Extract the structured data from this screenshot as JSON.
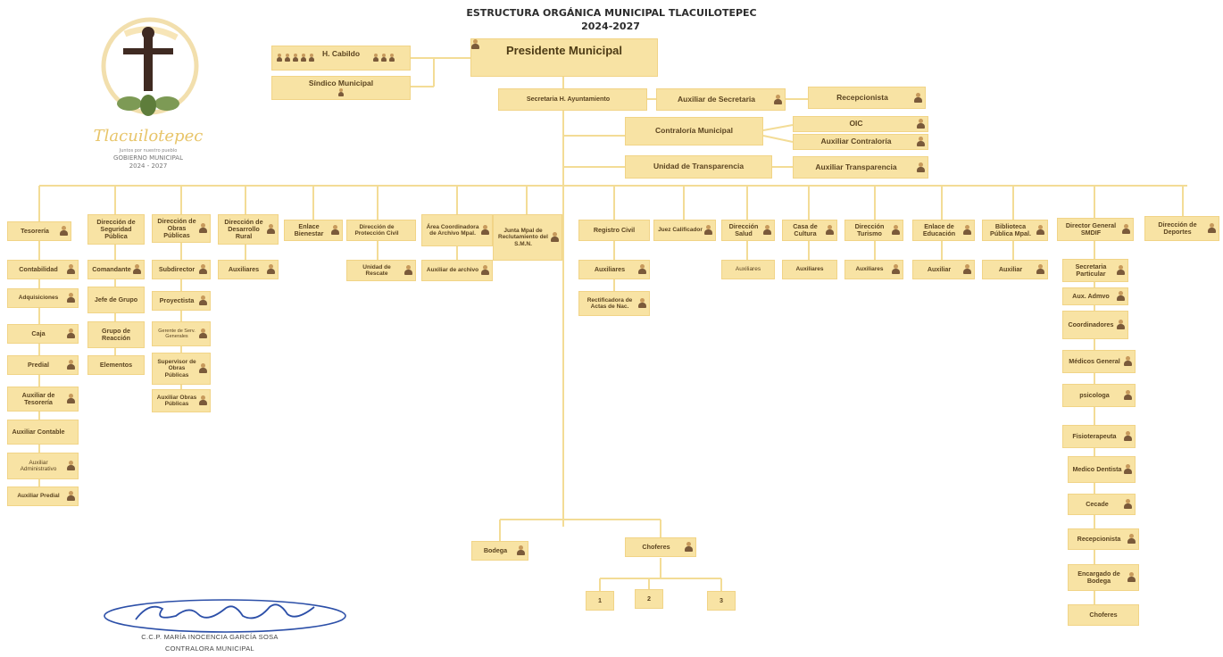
{
  "header": {
    "title": "ESTRUCTURA ORGÁNICA MUNICIPAL TLACUILOTEPEC",
    "period": "2024-2027"
  },
  "logo": {
    "script_text": "Tlacuilotepec",
    "motto": "Juntos por nuestro pueblo",
    "gov": "GOBIERNO MUNICIPAL",
    "years": "2024 - 2027"
  },
  "org": {
    "president": "Presidente Municipal",
    "cabildo": "H. Cabildo",
    "sindico": "Síndico Municipal",
    "secretaria": "Secretaria H. Ayuntamiento",
    "aux_secretaria": "Auxiliar de Secretaria",
    "recepcionista": "Recepcionista",
    "contraloria": "Contraloría Municipal",
    "oic": "OIC",
    "aux_contraloria": "Auxiliar Contraloría",
    "transparencia": "Unidad de Transparencia",
    "aux_transparencia": "Auxiliar Transparencia",
    "tesoreria": "Tesorería",
    "tes_sub": [
      "Contabilidad",
      "Adquisiciones",
      "Caja",
      "Predial",
      "Auxiliar de Tesorería",
      "Auxiliar Contable",
      "Auxiliar Administrativo",
      "Auxiliar Predial"
    ],
    "seguridad": "Dirección de Seguridad Pública",
    "seg_sub": [
      "Comandante",
      "Jefe de Grupo",
      "Grupo de Reacción",
      "Elementos"
    ],
    "obras": "Dirección de Obras Públicas",
    "obras_sub": [
      "Subdirector",
      "Proyectista",
      "Gerente de Serv. Generales",
      "Supervisor de Obras Públicas",
      "Auxiliar Obras Públicas"
    ],
    "desarrollo": "Dirección de Desarrollo Rural",
    "desarrollo_sub": "Auxiliares",
    "bienestar": "Enlace Bienestar",
    "proteccion": "Dirección de Protección Civil",
    "proteccion_sub": "Unidad de Rescate",
    "archivo": "Área Coordinadora de Archivo Mpal.",
    "archivo_sub": "Auxiliar de archivo",
    "junta": "Junta Mpal de Reclutamiento del S.M.N.",
    "registro": "Registro Civil",
    "registro_sub": [
      "Auxiliares",
      "Rectificadora de Actas de Nac."
    ],
    "juez": "Juez Calificador",
    "salud": "Dirección Salud",
    "salud_sub": "Auxiliares",
    "cultura": "Casa de Cultura",
    "cultura_sub": "Auxiliares",
    "turismo": "Dirección Turismo",
    "turismo_sub": "Auxiliares",
    "educacion": "Enlace de Educación",
    "educacion_sub": "Auxiliar",
    "biblioteca": "Biblioteca Pública Mpal.",
    "biblioteca_sub": "Auxiliar",
    "smdif": "Director General SMDIF",
    "dif_sub": [
      "Secretaria Particular",
      "Aux. Admvo",
      "Coordinadores",
      "Médicos General",
      "psicologa",
      "Fisioterapeuta",
      "Medico Dentista",
      "Cecade",
      "Recepcionista",
      "Encargado de Bodega",
      "Choferes"
    ],
    "deportes": "Dirección de Deportes",
    "bodega": "Bodega",
    "choferes": "Choferes",
    "choferes_sub": [
      "1",
      "2",
      "3"
    ]
  },
  "signature": {
    "name": "C.C.P. MARÍA INOCENCIA GARCÍA SOSA",
    "role": "CONTRALORA MUNICIPAL"
  },
  "colors": {
    "box_fill": "#f8e3a4",
    "box_border": "#f1d487",
    "line": "#f3dc96",
    "logo_gold": "#e8c56a",
    "logo_green": "#7d9a55",
    "signature_blue": "#2c4fa8"
  }
}
